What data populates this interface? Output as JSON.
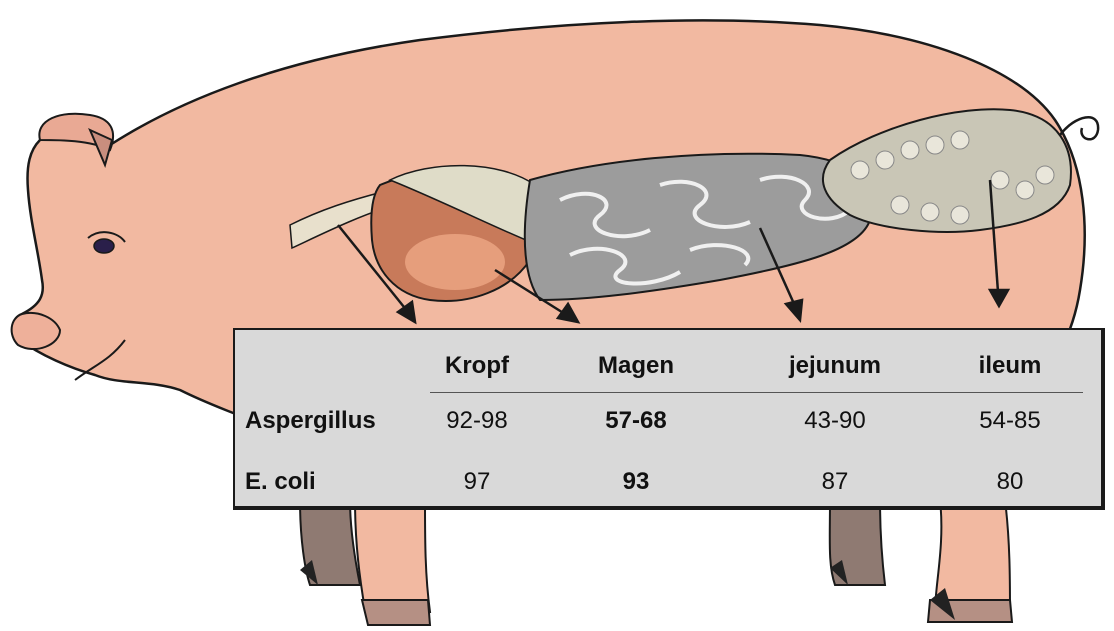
{
  "table": {
    "columns": [
      "Kropf",
      "Magen",
      "jejunum",
      "ileum"
    ],
    "rows": [
      {
        "label": "Aspergillus",
        "values": [
          "92-98",
          "57-68",
          "43-90",
          "54-85"
        ]
      },
      {
        "label": "E. coli",
        "values": [
          "97",
          "93",
          "87",
          "80"
        ]
      }
    ],
    "emphasized_column": "Magen"
  },
  "colors": {
    "skin": "#f2b9a1",
    "outline": "#1a1a1a",
    "hoof": "#9a7e76",
    "table_bg": "#d9d9d9",
    "stomach": "#c87a5a",
    "intestine": "#a9a9a9"
  }
}
